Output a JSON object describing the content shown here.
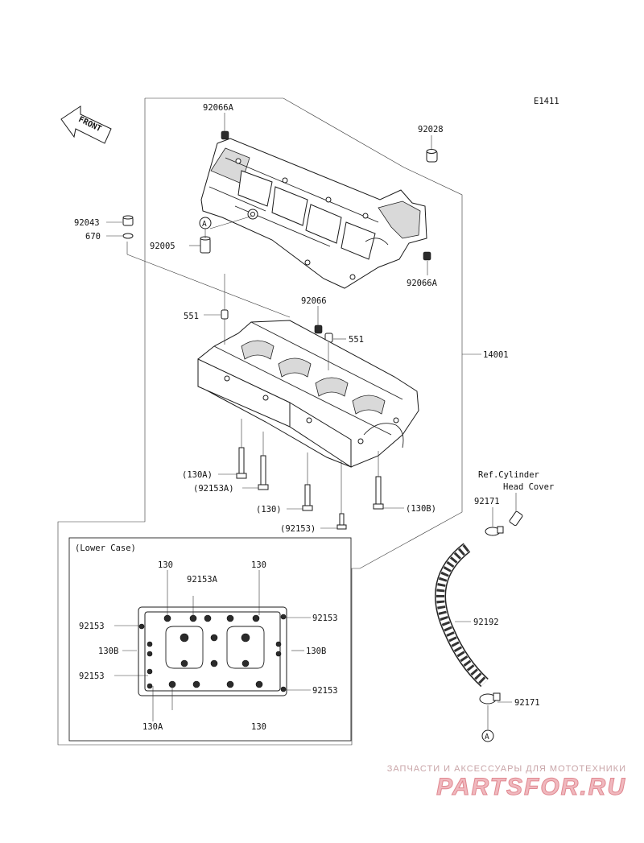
{
  "diagram_code": "E1411",
  "front_label": "FRONT",
  "inset_title": "(Lower Case)",
  "ref_note": {
    "line1": "Ref.Cylinder",
    "line2": "Head Cover"
  },
  "callouts": {
    "p92066A_top": "92066A",
    "p92028": "92028",
    "p92043": "92043",
    "p670": "670",
    "p92005": "92005",
    "pA_upper": "A",
    "p92066A_bottom": "92066A",
    "p551_left": "551",
    "p92066_mid": "92066",
    "p551_right": "551",
    "p14001": "14001",
    "p130A_up": "(130A)",
    "p92153A_up": "(92153A)",
    "p130_up": "(130)",
    "p130B_up": "(130B)",
    "p92153_up": "(92153)",
    "p92171_top": "92171",
    "p92192": "92192",
    "p92171_bottom": "92171",
    "pA_lower": "A"
  },
  "inset_callouts": {
    "c130_tl": "130",
    "c130_tr": "130",
    "c92153A": "92153A",
    "c92153_l1": "92153",
    "c92153_r1": "92153",
    "c130B_l": "130B",
    "c130B_r": "130B",
    "c92153_l2": "92153",
    "c92153_r2": "92153",
    "c130A_b": "130A",
    "c130_b": "130"
  },
  "watermark": {
    "line1": "ЗАПЧАСТИ И АКСЕССУАРЫ ДЛЯ МОТОТЕХНИКИ",
    "line2": "PARTSFOR.RU"
  }
}
